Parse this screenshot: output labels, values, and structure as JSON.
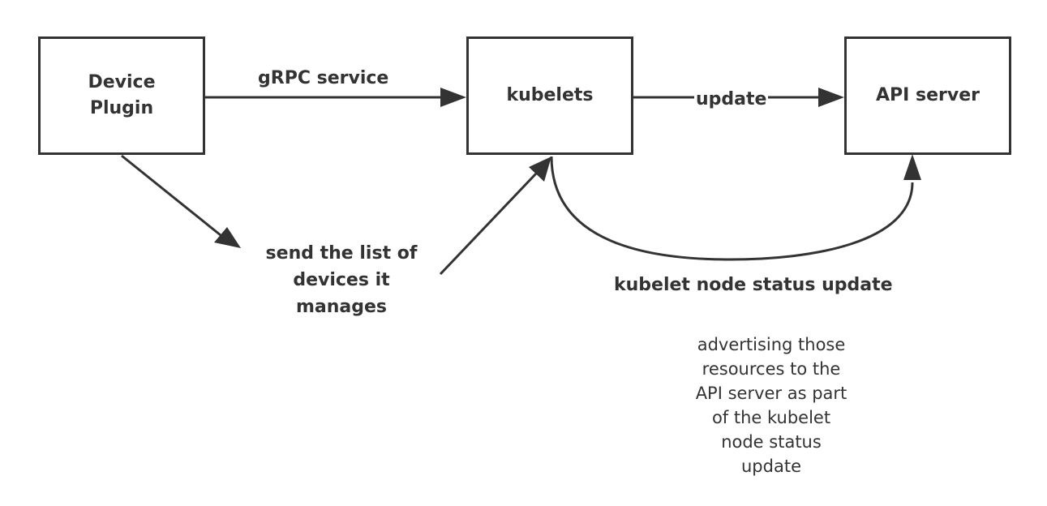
{
  "nodes": {
    "device_plugin": "Device\nPlugin",
    "kubelets": "kubelets",
    "api_server": "API server"
  },
  "edges": {
    "grpc_service": "gRPC service",
    "update": "update",
    "send_list": "send the list of\ndevices it\nmanages",
    "node_status_update": "kubelet node status update"
  },
  "notes": {
    "advertising": "advertising those\nresources to the\nAPI server as part\nof the kubelet\nnode status\nupdate"
  },
  "colors": {
    "stroke": "#333333",
    "background": "#ffffff"
  }
}
